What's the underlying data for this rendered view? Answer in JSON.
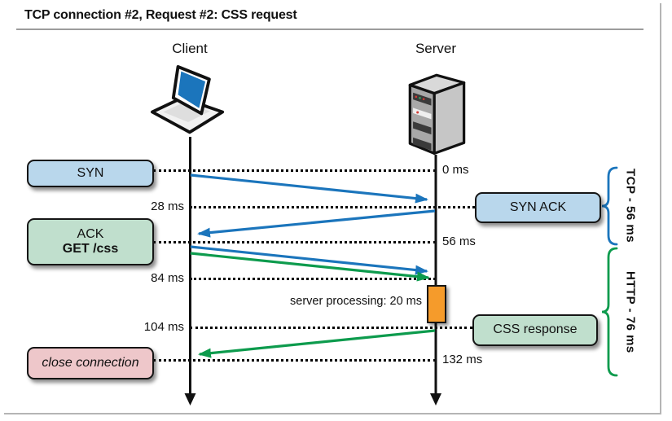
{
  "title": "TCP connection #2, Request #2: CSS request",
  "diagram": {
    "client_label": "Client",
    "server_label": "Server",
    "boxes": {
      "syn": "SYN",
      "syn_ack": "SYN ACK",
      "ack": "ACK",
      "get_css": "GET /css",
      "css_response": "CSS response",
      "close_connection": "close connection"
    },
    "times": {
      "t0": "0 ms",
      "t28": "28 ms",
      "t56": "56 ms",
      "t84": "84 ms",
      "t104": "104 ms",
      "t132": "132 ms"
    },
    "server_processing": "server processing: 20 ms",
    "braces": {
      "tcp": "TCP - 56 ms",
      "http": "HTTP - 76 ms"
    }
  },
  "colors": {
    "arrow_blue": "#1b75bc",
    "arrow_green": "#0d9b4d",
    "box_blue": "#b9d7ec",
    "box_green": "#c0dfcd",
    "box_pink": "#eec7ca",
    "processing_orange": "#f59b2b"
  }
}
